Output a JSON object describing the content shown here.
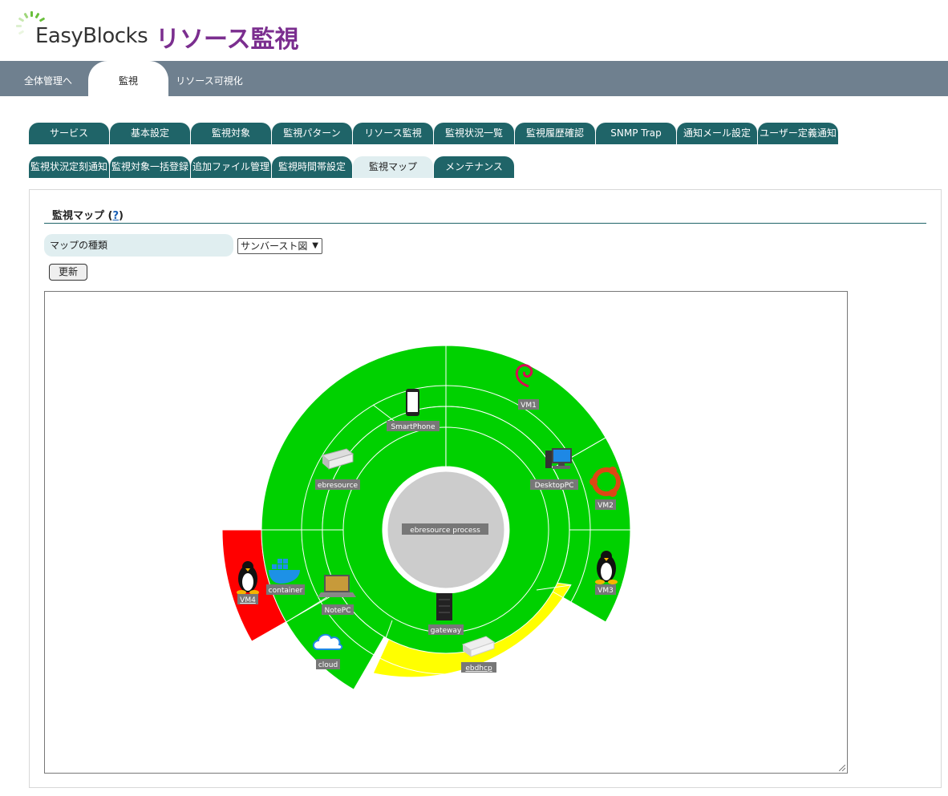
{
  "header": {
    "brand": "EasyBlocks",
    "product": "リソース監視"
  },
  "top_tabs": [
    {
      "label": "全体管理へ",
      "active": false
    },
    {
      "label": "監視",
      "active": true
    },
    {
      "label": "リソース可視化",
      "active": false
    }
  ],
  "sub_tabs_row1": [
    {
      "label": "サービス",
      "active": false
    },
    {
      "label": "基本設定",
      "active": false
    },
    {
      "label": "監視対象",
      "active": false
    },
    {
      "label": "監視パターン",
      "active": false
    },
    {
      "label": "リソース監視",
      "active": false
    },
    {
      "label": "監視状況一覧",
      "active": false
    },
    {
      "label": "監視履歴確認",
      "active": false
    },
    {
      "label": "SNMP Trap",
      "active": false
    },
    {
      "label": "通知メール設定",
      "active": false
    },
    {
      "label": "ユーザー定義通知",
      "active": false
    }
  ],
  "sub_tabs_row2": [
    {
      "label": "監視状況定刻通知",
      "active": false
    },
    {
      "label": "監視対象一括登録",
      "active": false
    },
    {
      "label": "追加ファイル管理",
      "active": false
    },
    {
      "label": "監視時間帯設定",
      "active": false
    },
    {
      "label": "監視マップ",
      "active": true
    },
    {
      "label": "メンテナンス",
      "active": false
    }
  ],
  "panel": {
    "title": "監視マップ (",
    "help_link": "?",
    "title_end": ")",
    "map_type_label": "マップの種類",
    "map_type_value": "サンバースト図",
    "refresh_button": "更新"
  },
  "sunburst": {
    "colors": {
      "ok": "#00d100",
      "warning": "#ffff00",
      "critical": "#ff0000",
      "root": "#cccccc"
    },
    "root": {
      "label": "ebresource process"
    },
    "level1": [
      {
        "label": "DesktopPC",
        "icon": "desktop-pc-icon",
        "status": "ok"
      },
      {
        "label": "gateway",
        "icon": "server-tower-icon",
        "status": "ok"
      },
      {
        "label": "NotePC",
        "icon": "laptop-icon",
        "status": "ok"
      },
      {
        "label": "ebresource",
        "icon": "rack-device-icon",
        "status": "ok"
      }
    ],
    "level2": [
      {
        "label": "SmartPhone",
        "icon": "smartphone-icon",
        "status": "ok"
      },
      {
        "label": "ebdhcp",
        "icon": "network-appliance-icon",
        "status": "warning",
        "underline": true
      },
      {
        "label": "container",
        "icon": "docker-icon",
        "status": "ok"
      },
      {
        "label": "cloud",
        "icon": "cloud-icon",
        "status": "ok"
      }
    ],
    "level3": [
      {
        "label": "VM1",
        "icon": "debian-icon",
        "status": "ok"
      },
      {
        "label": "VM2",
        "icon": "ubuntu-icon",
        "status": "ok"
      },
      {
        "label": "VM3",
        "icon": "linux-penguin-icon",
        "status": "ok"
      },
      {
        "label": "VM4",
        "icon": "linux-penguin-icon",
        "status": "critical",
        "underline": true
      }
    ]
  }
}
